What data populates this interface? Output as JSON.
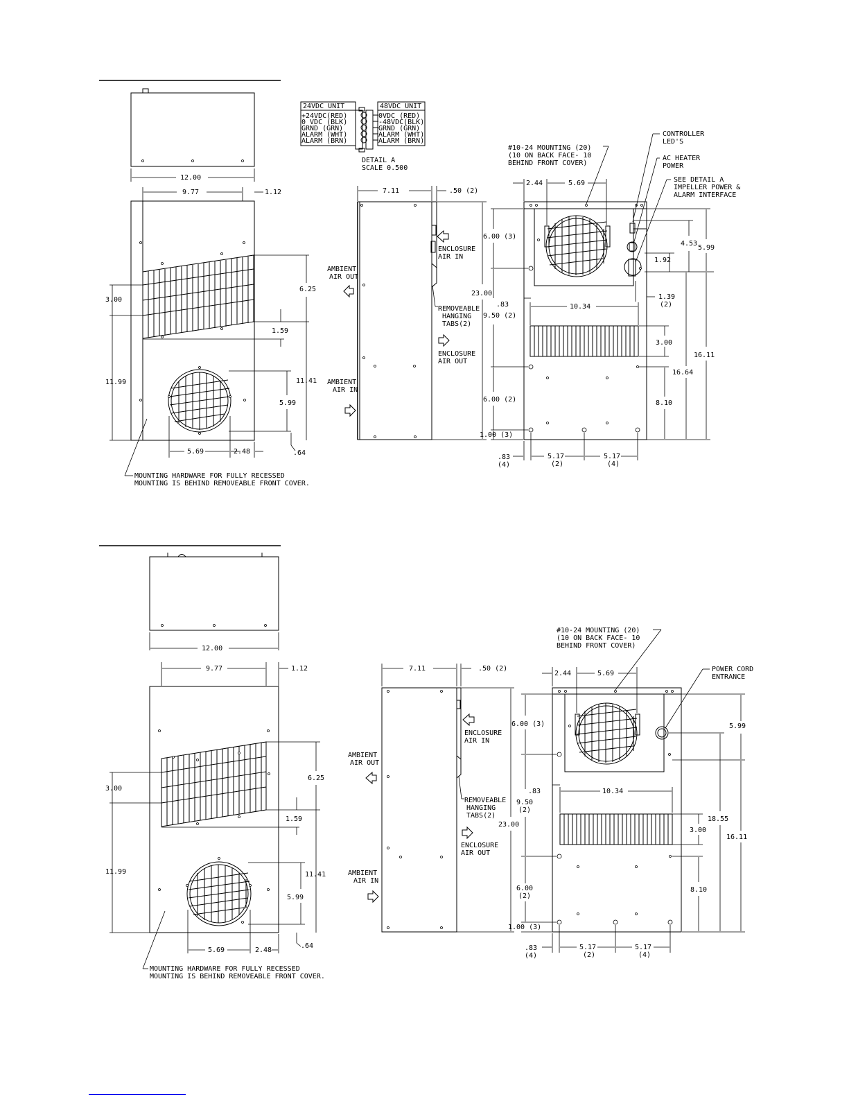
{
  "shared": {
    "d_12": "12.00",
    "d_977": "9.77",
    "d_112": "1.12",
    "d_300": "3.00",
    "d_625": "6.25",
    "d_159": "1.59",
    "d_1199": "11.99",
    "d_1141": "11.41",
    "d_599": "5.99",
    "d_569": "5.69",
    "d_248": "2.48",
    "d_064": ".64",
    "d_711": "7.11",
    "d_050": ".50 (2)",
    "d_2300": "23.00",
    "d_244": "2.44",
    "d_1034": "10.34",
    "d_1611": "16.11",
    "d_810": "8.10",
    "d_083": ".83",
    "d_083_4": "(4)",
    "d_517": "5.17",
    "d_517_2": "(2)",
    "d_517_4": "(4)",
    "mounting_note_1": "MOUNTING HARDWARE FOR FULLY RECESSED",
    "mounting_note_2": "MOUNTING IS BEHIND REMOVEABLE FRONT COVER.",
    "ambient_out_1": "AMBIENT",
    "ambient_out_2": "AIR OUT",
    "ambient_in_1": "AMBIENT",
    "ambient_in_2": "AIR IN",
    "enc_in_1": "ENCLOSURE",
    "enc_in_2": "AIR IN",
    "enc_out_1": "ENCLOSURE",
    "enc_out_2": "AIR OUT",
    "tabs_1": "REMOVEABLE",
    "tabs_2": "HANGING",
    "tabs_3": "TABS(2)",
    "mount_callout_1": "#10-24 MOUNTING (20)",
    "mount_callout_2": "(10 ON BACK FACE- 10",
    "mount_callout_3": "BEHIND FRONT COVER)"
  },
  "top": {
    "detail": {
      "left_header": "24VDC UNIT",
      "left_rows": [
        "+24VDC(RED)",
        "0 VDC (BLK)",
        "GRND (GRN)",
        "ALARM (WHT)",
        "ALARM (BRN)"
      ],
      "right_header": "48VDC UNIT",
      "right_rows": [
        "0VDC (RED)",
        "-48VDC(BLK)",
        "GRND (GRN)",
        "ALARM (WHT)",
        "ALARM (BRN)"
      ],
      "caption_1": "DETAIL  A",
      "caption_2": "SCALE  0.500"
    },
    "controller_1": "CONTROLLER",
    "controller_2": "LED'S",
    "heater_1": "AC HEATER",
    "heater_2": "POWER",
    "see_1": "SEE DETAIL  A",
    "see_2": "IMPELLER POWER &",
    "see_3": "ALARM INTERFACE",
    "d_600_3": "6.00 (3)",
    "d_083": ".83",
    "d_950_2": "9.50 (2)",
    "d_600_2": "6.00 (2)",
    "d_100_3": "1.00 (3)",
    "d_453": "4.53",
    "d_192": "1.92",
    "d_139": "1.39",
    "d_139_2": "(2)",
    "d_1664": "16.64"
  },
  "bottom": {
    "power_cord_1": "POWER CORD",
    "power_cord_2": "ENTRANCE",
    "d_600_3": "6.00 (3)",
    "d_083": ".83",
    "d_950": "9.50",
    "d_950_2": "(2)",
    "d_600": "6.00",
    "d_600_2": "(2)",
    "d_100_3": "1.00 (3)",
    "d_1855": "18.55"
  }
}
